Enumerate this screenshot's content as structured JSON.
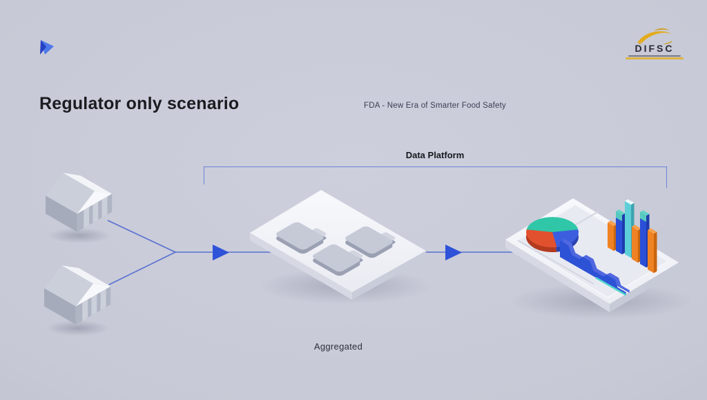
{
  "slide": {
    "title": "Regulator only scenario",
    "subtitle": "FDA -  New Era of Smarter Food Safety",
    "platform_label": "Data Platform",
    "aggregated_label": "Aggregated"
  },
  "logo": {
    "text": "DIFSC"
  },
  "diagram": {
    "source_icons": [
      "regulator-building-icon",
      "regulator-building-icon"
    ],
    "center_icon": "data-platform-with-folders-icon",
    "right_icon": "analytics-dashboard-icon",
    "flow_icons": [
      "flow-arrow-icon",
      "flow-arrow-icon"
    ],
    "dashboard_widgets": [
      "pie-chart",
      "area-chart",
      "bar-chart"
    ]
  },
  "colors": {
    "background": "#c7c9d6",
    "accent_blue": "#2e52d8",
    "line_blue": "#4c67d0",
    "bracket_blue": "#5b76d6",
    "title_text": "#1b1c20",
    "body_text": "#3a3f52",
    "caption_text": "#2b2e3a",
    "surface_white": "#f5f6fa",
    "surface_side": "#d6d9e3",
    "box_gray": "#c6cad7",
    "box_side": "#9ba1b3",
    "building_wall": "#a6abbb",
    "building_gable": "#b0b5c4",
    "building_roof": "#cbcfda",
    "building_col": "#ccd0db",
    "pie_teal": "#2fc7a8",
    "pie_orange": "#e2512e",
    "pie_blue": "#3c5ede",
    "area_blue": "#2e52d6",
    "area_teal": "#4ed2cd",
    "bar_orange": "#ef8222",
    "bar_blue": "#2b4fd6",
    "bar_cyan": "#5ecfd8",
    "logo_yellow": "#e3ac1e",
    "logo_text": "#272833"
  }
}
